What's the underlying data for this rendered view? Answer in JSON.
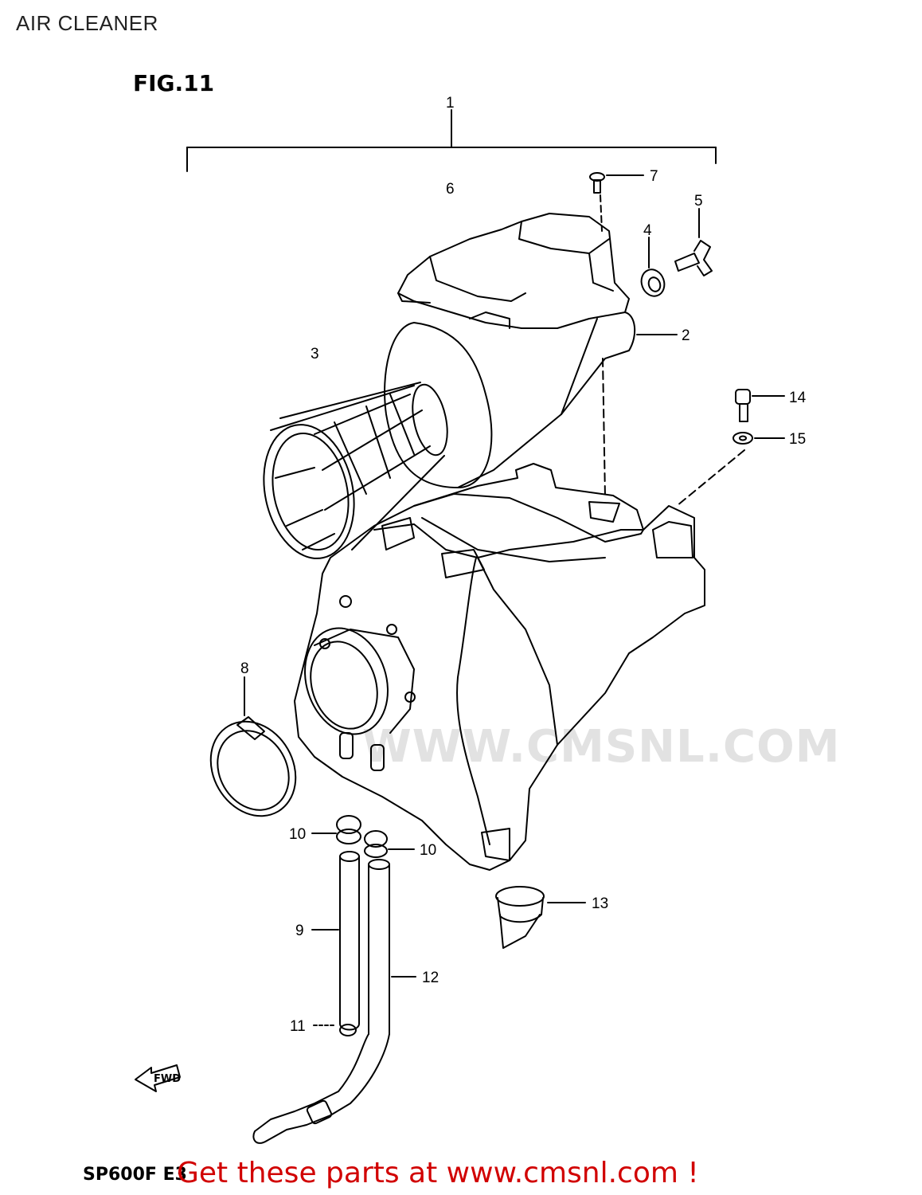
{
  "page": {
    "title": "AIR CLEANER"
  },
  "figure": {
    "label": "FIG.11",
    "model_code": "SP600F E3",
    "fwd_label": "FWD"
  },
  "callouts": [
    {
      "id": "c1",
      "text": "1"
    },
    {
      "id": "c2",
      "text": "2"
    },
    {
      "id": "c3",
      "text": "3"
    },
    {
      "id": "c4",
      "text": "4"
    },
    {
      "id": "c5",
      "text": "5"
    },
    {
      "id": "c6",
      "text": "6"
    },
    {
      "id": "c7",
      "text": "7"
    },
    {
      "id": "c8",
      "text": "8"
    },
    {
      "id": "c9",
      "text": "9"
    },
    {
      "id": "c10a",
      "text": "10"
    },
    {
      "id": "c10b",
      "text": "10"
    },
    {
      "id": "c11",
      "text": "11"
    },
    {
      "id": "c12",
      "text": "12"
    },
    {
      "id": "c13",
      "text": "13"
    },
    {
      "id": "c14",
      "text": "14"
    },
    {
      "id": "c15",
      "text": "15"
    }
  ],
  "watermark": {
    "text": "WWW.CMSNL.COM"
  },
  "cta": {
    "text": "Get these parts at www.cmsnl.com !"
  },
  "colors": {
    "line": "#000000",
    "cta": "#d10000",
    "watermark": "#e2e2e2"
  }
}
